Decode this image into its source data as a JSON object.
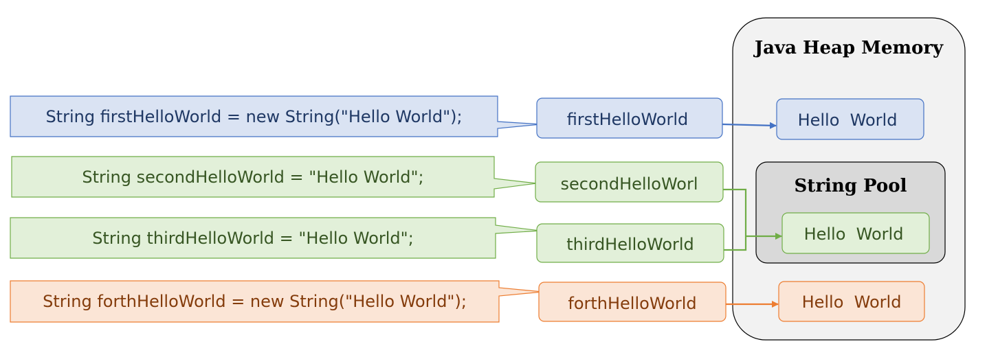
{
  "colors": {
    "blue_fill": "#dae3f3",
    "blue_stroke": "#4472c4",
    "blue_text": "#1f3864",
    "green_fill": "#e2f0d9",
    "green_stroke": "#70ad47",
    "green_text": "#375623",
    "orange_fill": "#fbe5d6",
    "orange_stroke": "#ed7d31",
    "orange_text": "#843c0c",
    "heap_fill": "#f2f2f2",
    "pool_fill": "#d9d9d9"
  },
  "heap": {
    "title": "Java Heap Memory"
  },
  "pool": {
    "title": "String Pool"
  },
  "rows": [
    {
      "code": "String firstHelloWorld = new String(\"Hello World\");",
      "ref": "firstHelloWorld",
      "object": "Hello  World"
    },
    {
      "code": "String secondHelloWorld = \"Hello World\";",
      "ref": "secondHelloWorl"
    },
    {
      "code": "String thirdHelloWorld = \"Hello World\";",
      "ref": "thirdHelloWorld"
    },
    {
      "code": "String forthHelloWorld = new String(\"Hello World\");",
      "ref": "forthHelloWorld",
      "object": "Hello  World"
    }
  ],
  "pool_object": "Hello  World"
}
